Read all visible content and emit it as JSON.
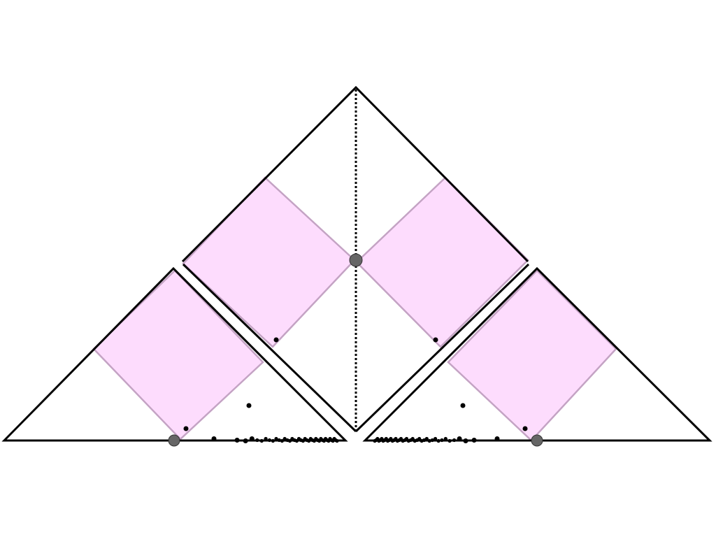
{
  "colors": {
    "background": "#ffffff",
    "outline": "#000000",
    "square_fill": "#fddcfd",
    "square_edge": "#c4a3c4",
    "vertex_dot": "#666666",
    "small_dot": "#000000"
  },
  "diagram": {
    "shapes": [
      "large-triangle-top",
      "small-triangle-left",
      "small-triangle-right"
    ],
    "inscribed_squares": 4,
    "axis_line_style": "dotted"
  }
}
